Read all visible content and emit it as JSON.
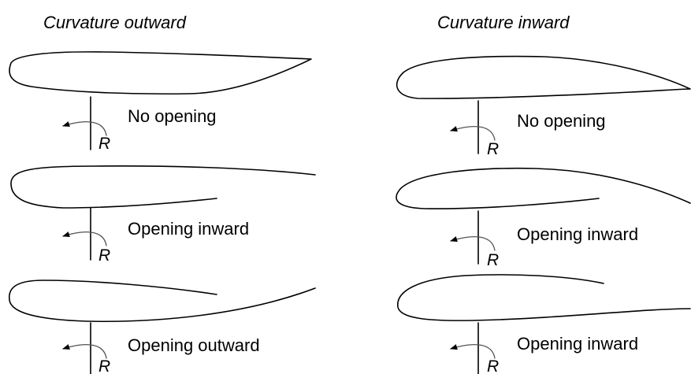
{
  "columns": [
    {
      "heading": "Curvature outward",
      "rows": [
        {
          "caption": "No opening",
          "axis_label": "R"
        },
        {
          "caption": "Opening inward",
          "axis_label": "R"
        },
        {
          "caption": "Opening outward",
          "axis_label": "R"
        }
      ]
    },
    {
      "heading": "Curvature inward",
      "rows": [
        {
          "caption": "No opening",
          "axis_label": "R"
        },
        {
          "caption": "Opening inward",
          "axis_label": "R"
        },
        {
          "caption": "Opening inward",
          "axis_label": "R"
        }
      ]
    }
  ]
}
